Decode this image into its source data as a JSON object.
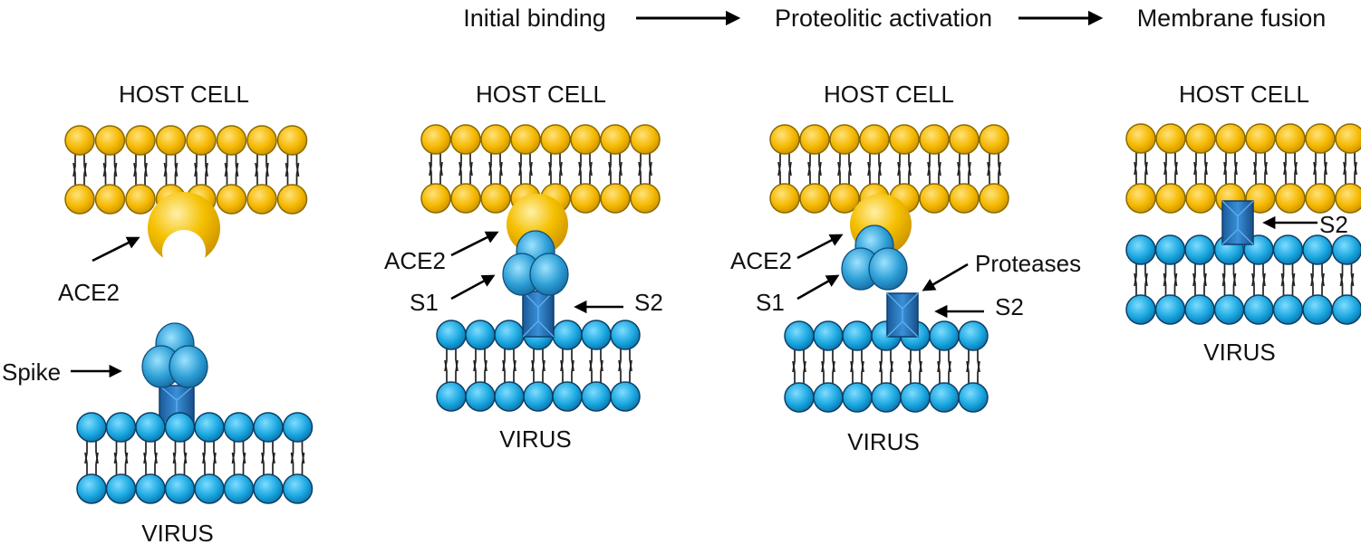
{
  "header": {
    "steps": [
      "Initial binding",
      "Proteolitic activation",
      "Membrane fusion"
    ]
  },
  "panels": [
    {
      "host_label": "HOST CELL",
      "virus_label": "VIRUS",
      "annotations": {
        "ace2": "ACE2",
        "spike": "Spike"
      }
    },
    {
      "host_label": "HOST CELL",
      "virus_label": "VIRUS",
      "annotations": {
        "ace2": "ACE2",
        "s1": "S1",
        "s2": "S2"
      }
    },
    {
      "host_label": "HOST CELL",
      "virus_label": "VIRUS",
      "annotations": {
        "ace2": "ACE2",
        "s1": "S1",
        "s2": "S2",
        "proteases": "Proteases"
      }
    },
    {
      "host_label": "HOST CELL",
      "virus_label": "VIRUS",
      "annotations": {
        "s2": "S2"
      }
    }
  ],
  "colors": {
    "host_lipid": "#f5b800",
    "virus_lipid": "#1aa7e0",
    "spike_s1": "#2d9fd6",
    "spike_s2": "#1f6fb8",
    "arrow": "#000000"
  }
}
